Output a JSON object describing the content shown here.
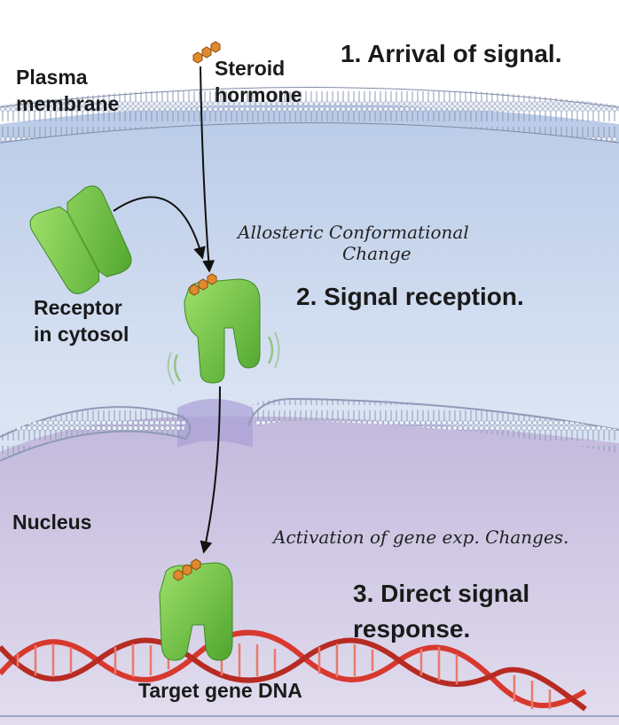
{
  "labels": {
    "plasma_membrane": [
      "Plasma",
      "membrane"
    ],
    "steroid_hormone": [
      "Steroid",
      "hormone"
    ],
    "receptor_cytosol": [
      "Receptor",
      "in cytosol"
    ],
    "nucleus": "Nucleus",
    "target_dna": "Target gene DNA"
  },
  "steps": {
    "step1": "1. Arrival of signal.",
    "step2": "2. Signal reception.",
    "step3": [
      "3. Direct signal",
      "response."
    ]
  },
  "handwritten": {
    "note1": [
      "Allosteric Conformational",
      "Change"
    ],
    "note2": "Activation of gene exp. Changes."
  },
  "colors": {
    "cytosol": "#c9d6ee",
    "nucleoplasm": "#cdc5e2",
    "receptor": "#7fcf4f",
    "hormone": "#e08a2e",
    "dna": "#d8392f"
  }
}
